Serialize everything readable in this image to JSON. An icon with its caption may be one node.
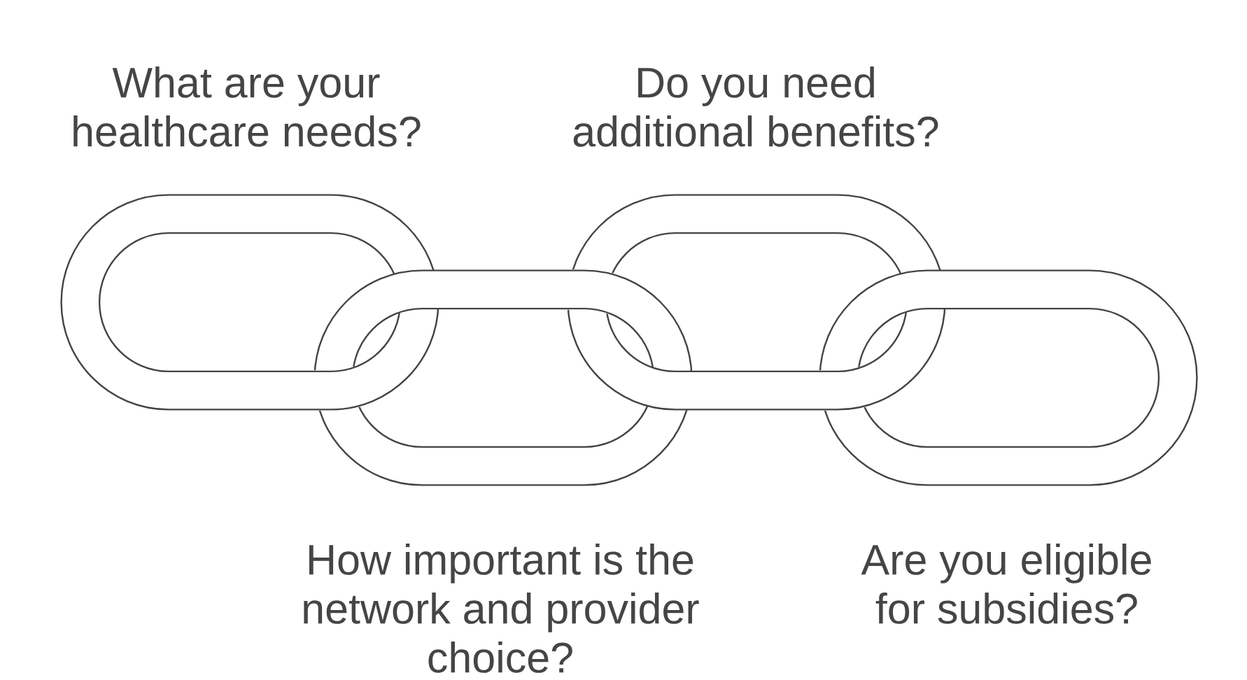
{
  "diagram": {
    "nodes": [
      {
        "text": [
          "What are your healthcare needs?"
        ]
      },
      {
        "text": [
          "How important is the network and provider choice?"
        ]
      },
      {
        "text": [
          "Do you need additional benefits?"
        ]
      },
      {
        "text": [
          "Are you eligible for subsidies?"
        ]
      }
    ]
  }
}
